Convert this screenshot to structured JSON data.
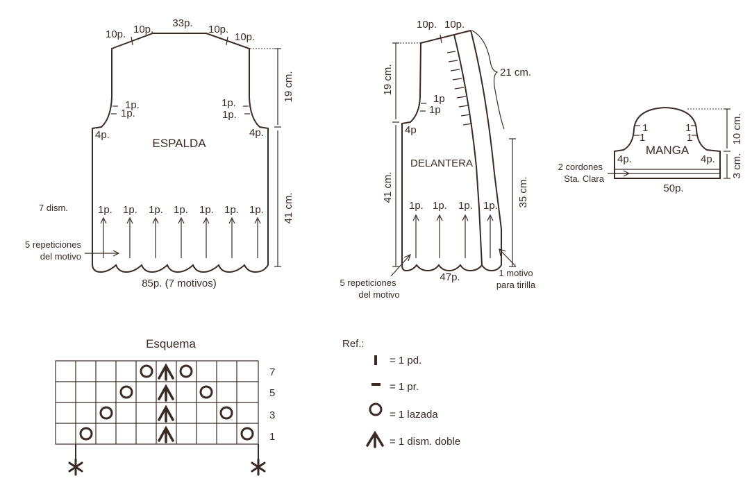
{
  "espalda": {
    "title": "ESPALDA",
    "top_10p_a": "10p.",
    "top_10p_b": "10p.",
    "top_33p": "33p.",
    "top_10p_c": "10p.",
    "top_10p_d": "10p.",
    "left_1p_a": "1p.",
    "left_1p_b": "1p.",
    "left_4p": "4p.",
    "right_1p_a": "1p.",
    "right_1p_b": "1p.",
    "right_4p": "4p.",
    "height_top": "19 cm.",
    "height_body": "41 cm.",
    "dism_note": "7 dism.",
    "rep_1p": [
      "1p.",
      "1p.",
      "1p.",
      "1p.",
      "1p.",
      "1p.",
      "1p."
    ],
    "rep_note_line1": "5 repeticiones",
    "rep_note_line2": "del motivo",
    "bottom": "85p. (7 motivos)"
  },
  "delantera": {
    "title": "DELANTERA",
    "top_10p_a": "10p.",
    "top_10p_b": "10p.",
    "neck_len": "21 cm.",
    "height_top": "19 cm.",
    "height_body": "41 cm.",
    "side_height": "35 cm.",
    "left_1p_a": "1p",
    "left_1p_b": "1p",
    "left_4p": "4p",
    "rep_1p": [
      "1p.",
      "1p.",
      "1p.",
      "1p."
    ],
    "rep_note_line1": "5 repeticiones",
    "rep_note_line2": "del motivo",
    "bottom": "47p.",
    "motif_note_line1": "1 motivo",
    "motif_note_line2": "para tirilla"
  },
  "manga": {
    "title": "MANGA",
    "left_1a": "1",
    "left_1b": "1",
    "right_1a": "1",
    "right_1b": "1",
    "left_4p": "4p.",
    "right_4p": "4p.",
    "height_cap": "10 cm.",
    "height_cuff": "3 cm.",
    "cord_line1": "2 cordones",
    "cord_line2": "Sta. Clara",
    "bottom": "50p."
  },
  "esquema": {
    "title": "Esquema",
    "row_labels": [
      "7",
      "5",
      "3",
      "1"
    ]
  },
  "ref": {
    "title": "Ref.:",
    "items": [
      "=  1 pd.",
      "=  1 pr.",
      "=  1 lazada",
      "=  1 dism. doble"
    ]
  },
  "colors": {
    "ink": "#3a2a24",
    "background": "#ffffff"
  }
}
